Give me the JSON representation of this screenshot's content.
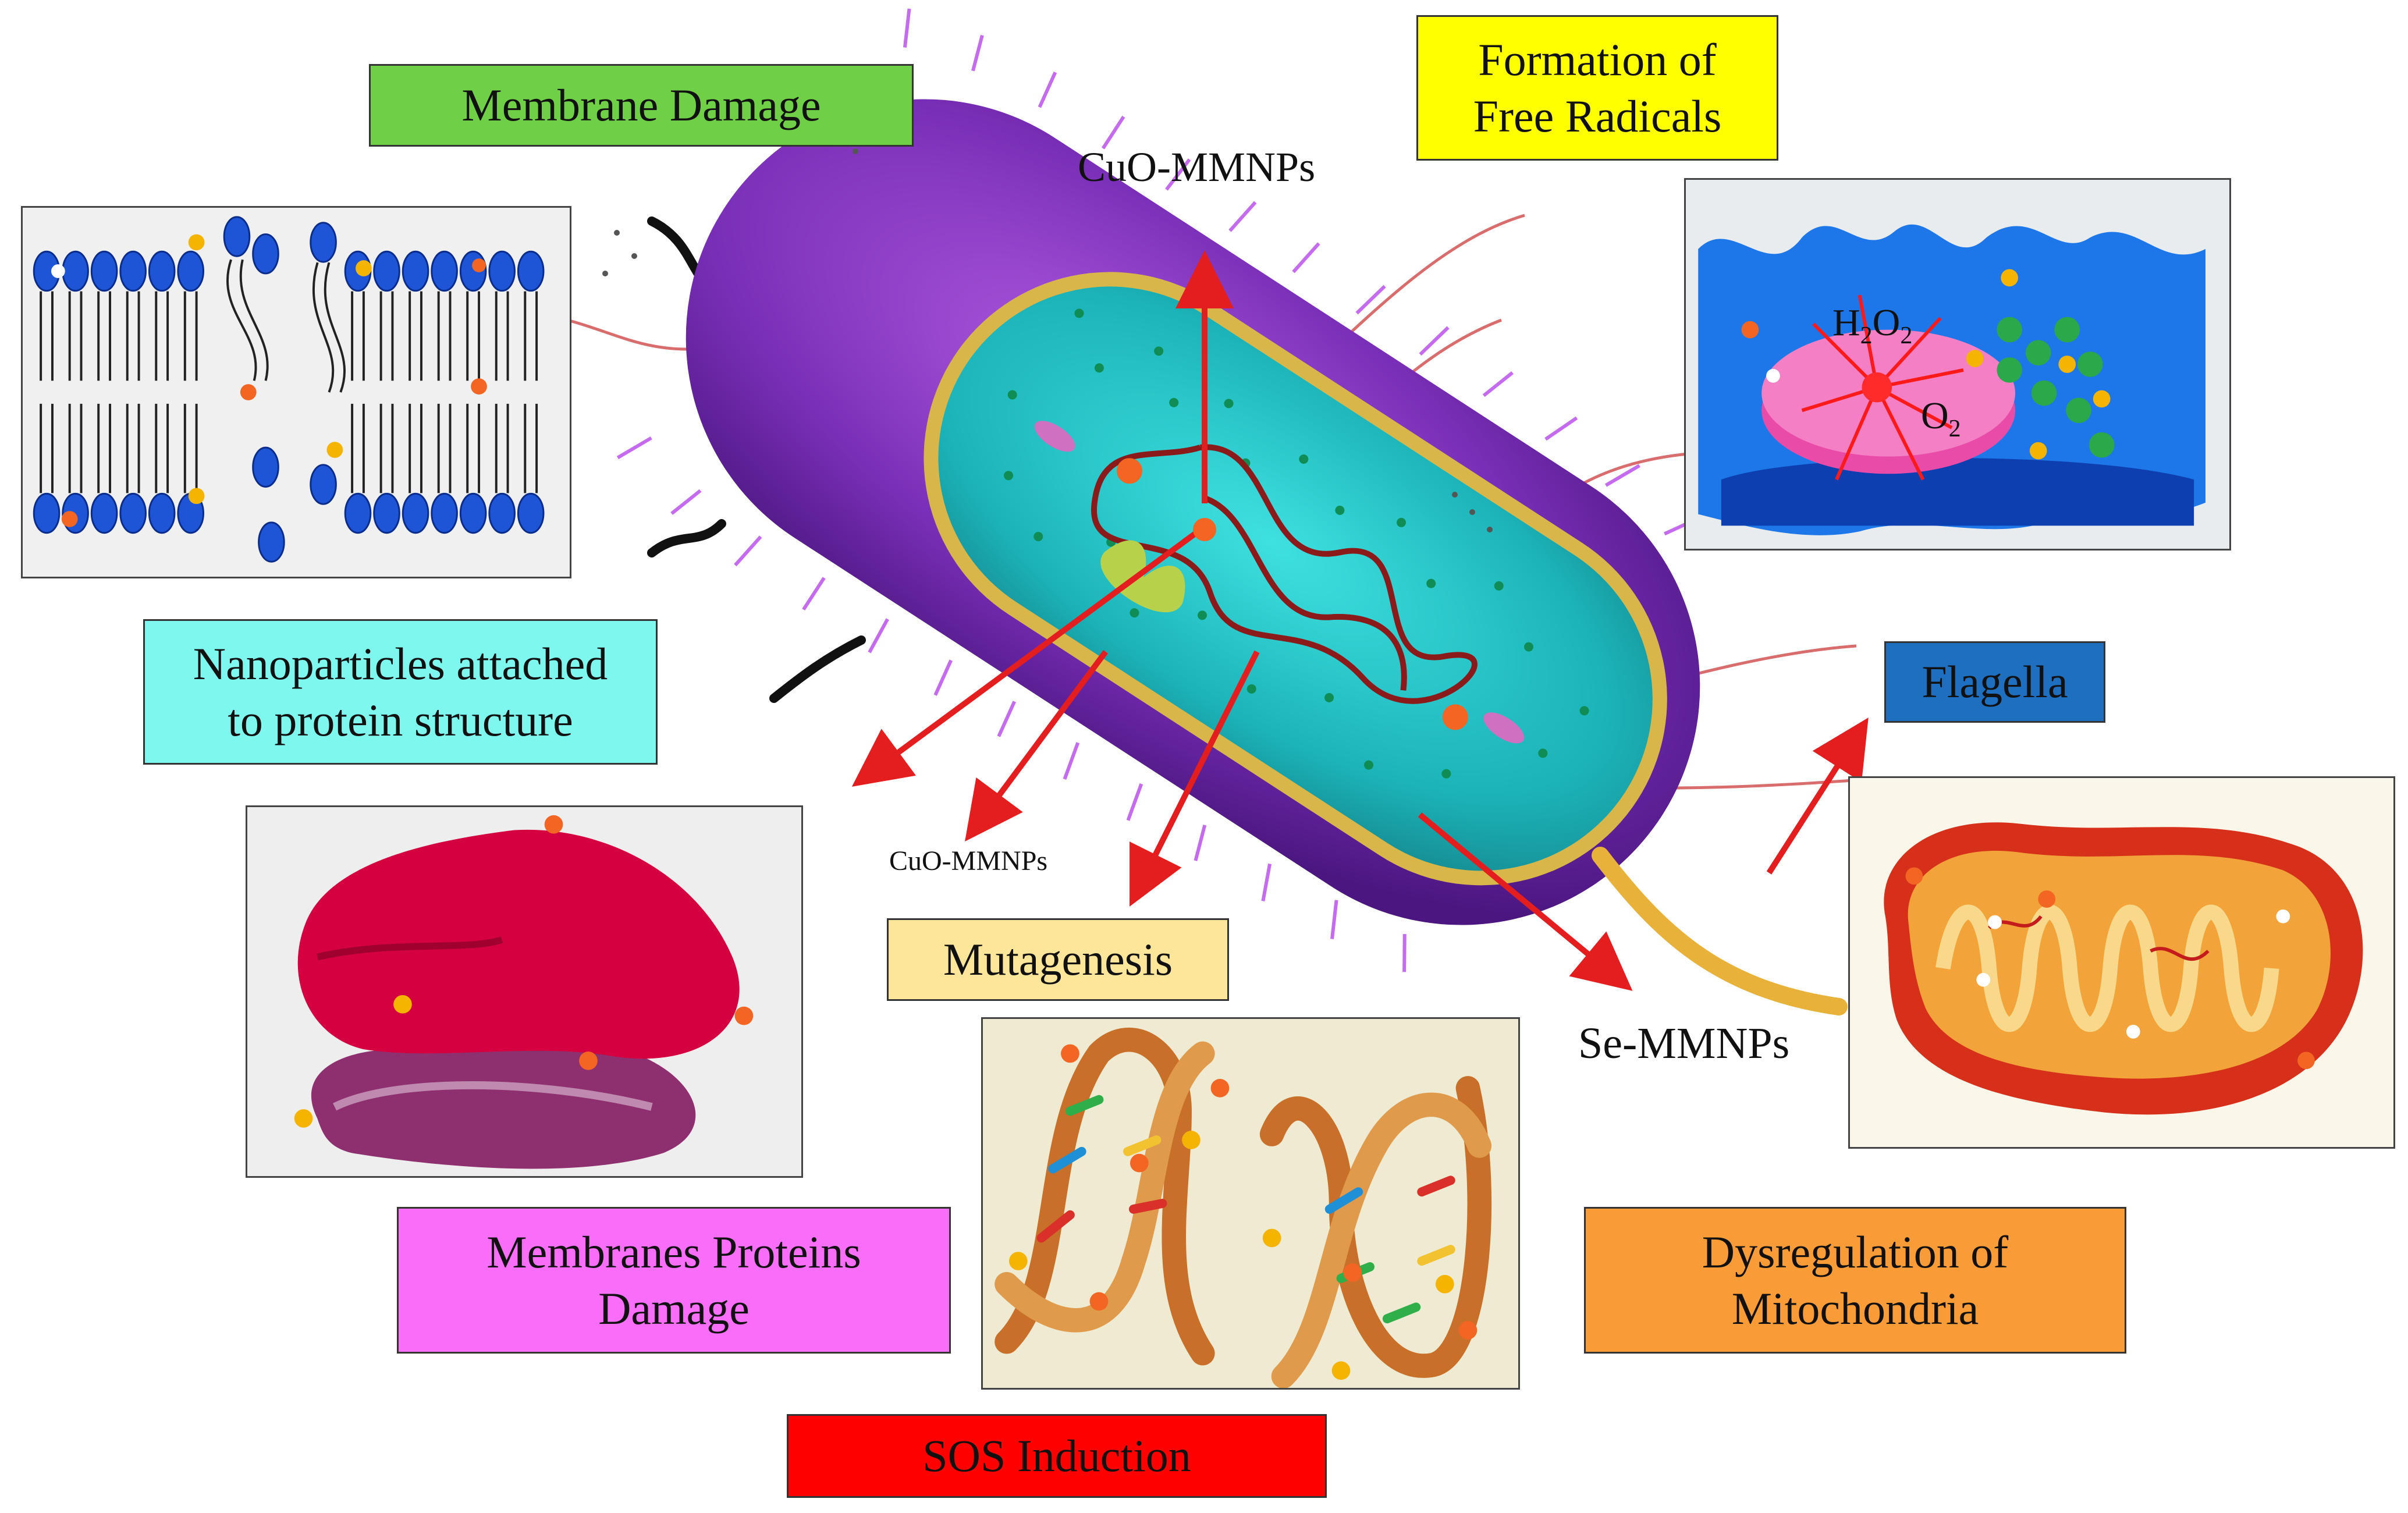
{
  "labels": {
    "membrane_damage": "Membrane Damage",
    "free_radicals_line1": "Formation of",
    "free_radicals_line2": "Free Radicals",
    "nanoparticles_line1": "Nanoparticles attached",
    "nanoparticles_line2": "to protein structure",
    "flagella": "Flagella",
    "mutagenesis": "Mutagenesis",
    "membrane_proteins_line1": "Membranes Proteins",
    "membrane_proteins_line2": "Damage",
    "mitochondria_line1": "Dysregulation of",
    "mitochondria_line2": "Mitochondria",
    "sos_induction": "SOS Induction"
  },
  "particles": {
    "cuo_top": "CuO-MMNPs",
    "cuo_small": "CuO-MMNPs",
    "se": "Se-MMNPs"
  },
  "radicals": {
    "h2o2_main": "H",
    "h2o2_sub1": "2",
    "h2o2_mid": "O",
    "h2o2_sub2": "2",
    "o2_main": "O",
    "o2_sub": "2"
  },
  "colors": {
    "membrane_damage": "#6fcf46",
    "free_radicals": "#ffff00",
    "nanoparticles": "#7ef7ef",
    "flagella": "#1f6fc1",
    "mutagenesis": "#fde59a",
    "membrane_proteins": "#f86ef8",
    "mitochondria": "#f99b36",
    "sos_induction": "#ff0000",
    "arrow": "#e41e1e"
  }
}
